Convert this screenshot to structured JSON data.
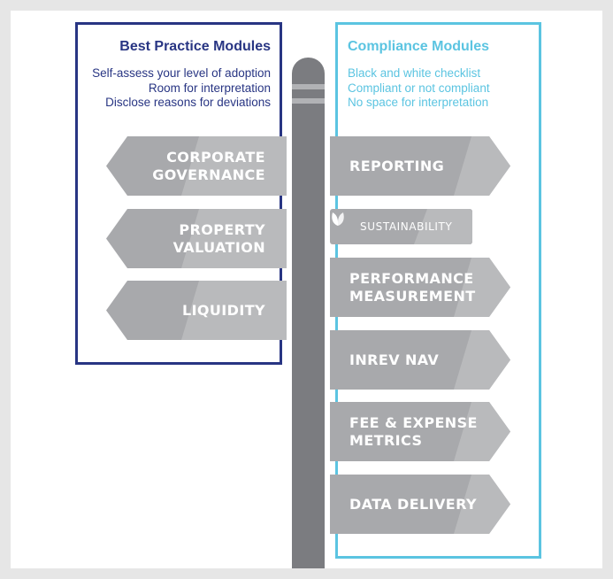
{
  "best_practice": {
    "title": "Best Practice Modules",
    "lines": [
      "Self-assess your level of adoption",
      "Room for interpretation",
      "Disclose reasons for deviations"
    ],
    "color": "#283583",
    "signs": [
      [
        "CORPORATE",
        "GOVERNANCE"
      ],
      [
        "PROPERTY",
        "VALUATION"
      ],
      [
        "LIQUIDITY"
      ]
    ]
  },
  "compliance": {
    "title": "Compliance Modules",
    "lines": [
      "Black and white checklist",
      "Compliant or not compliant",
      "No space for interpretation"
    ],
    "color": "#5bc4e1",
    "sustainability_label": "SUSTAINABILITY",
    "sustainability_icon": "leaf-icon",
    "signs": [
      [
        "REPORTING"
      ],
      [
        "PERFORMANCE",
        "MEASUREMENT"
      ],
      [
        "INREV NAV"
      ],
      [
        "FEE & EXPENSE",
        "METRICS"
      ],
      [
        "DATA DELIVERY"
      ]
    ]
  }
}
